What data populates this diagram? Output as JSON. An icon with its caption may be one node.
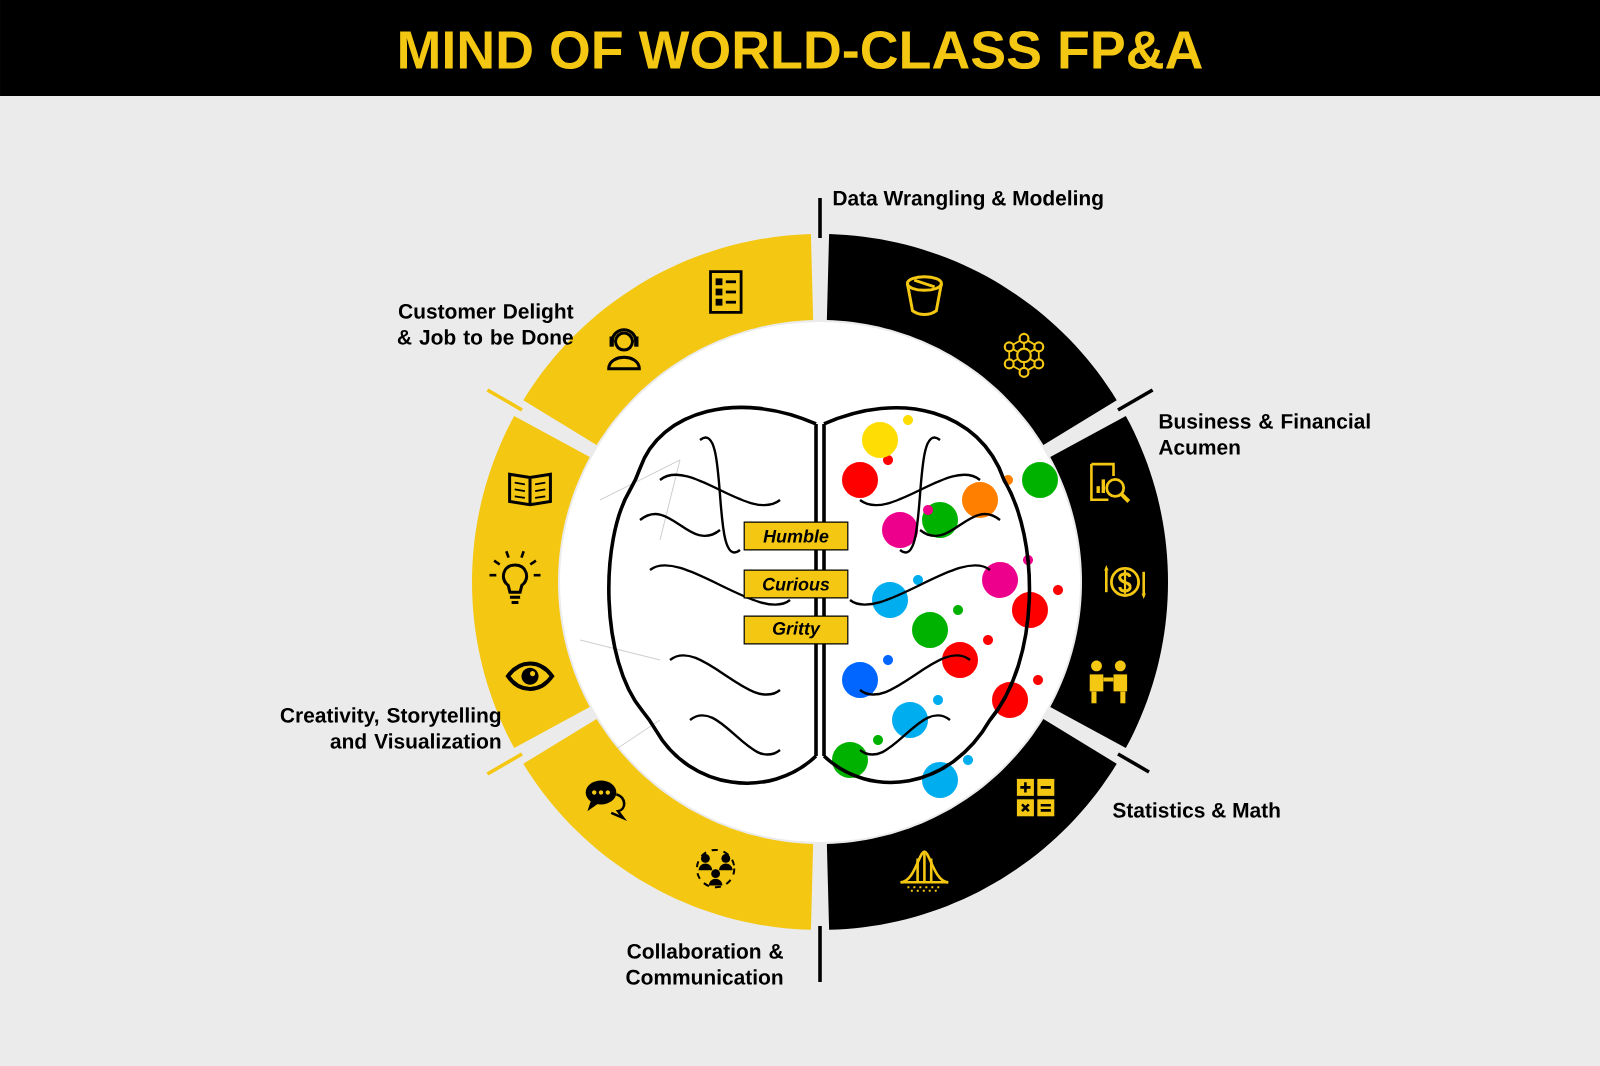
{
  "diagram": {
    "title": "MIND OF WORLD-CLASS FP&A",
    "nodes": [
      {
        "text": [
          "Data Wrangling & Modeling"
        ]
      },
      {
        "text": [
          "Customer Delight & Job to be Done"
        ]
      },
      {
        "text": [
          "Business & Financial Acumen"
        ]
      },
      {
        "text": [
          "Creativity, Storytelling and Visualization"
        ]
      },
      {
        "text": [
          "Statistics & Math"
        ]
      },
      {
        "text": [
          "Collaboration & Communication"
        ]
      }
    ],
    "labels": [
      "Humble",
      "Curious",
      "Gritty"
    ]
  }
}
